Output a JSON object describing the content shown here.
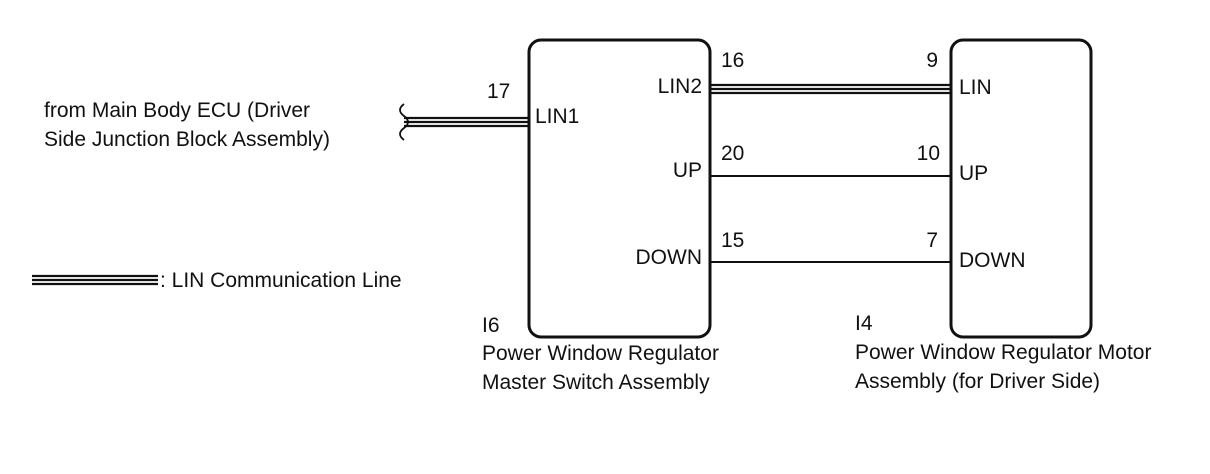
{
  "source": {
    "line1": "from Main Body ECU (Driver",
    "line2": "Side Junction Block Assembly)"
  },
  "legend": {
    "label": ": LIN Communication Line"
  },
  "master_switch": {
    "code": "I6",
    "name_line1": "Power Window Regulator",
    "name_line2": "Master Switch Assembly",
    "terminals": {
      "lin1": {
        "label": "LIN1",
        "pin": "17"
      },
      "lin2": {
        "label": "LIN2",
        "pin": "16"
      },
      "up": {
        "label": "UP",
        "pin": "20"
      },
      "down": {
        "label": "DOWN",
        "pin": "15"
      }
    }
  },
  "motor": {
    "code": "I4",
    "name_line1": "Power Window Regulator Motor",
    "name_line2": "Assembly (for Driver Side)",
    "terminals": {
      "lin": {
        "label": "LIN",
        "pin": "9"
      },
      "up": {
        "label": "UP",
        "pin": "10"
      },
      "down": {
        "label": "DOWN",
        "pin": "7"
      }
    }
  },
  "colors": {
    "ink": "#111111",
    "background": "#ffffff"
  }
}
